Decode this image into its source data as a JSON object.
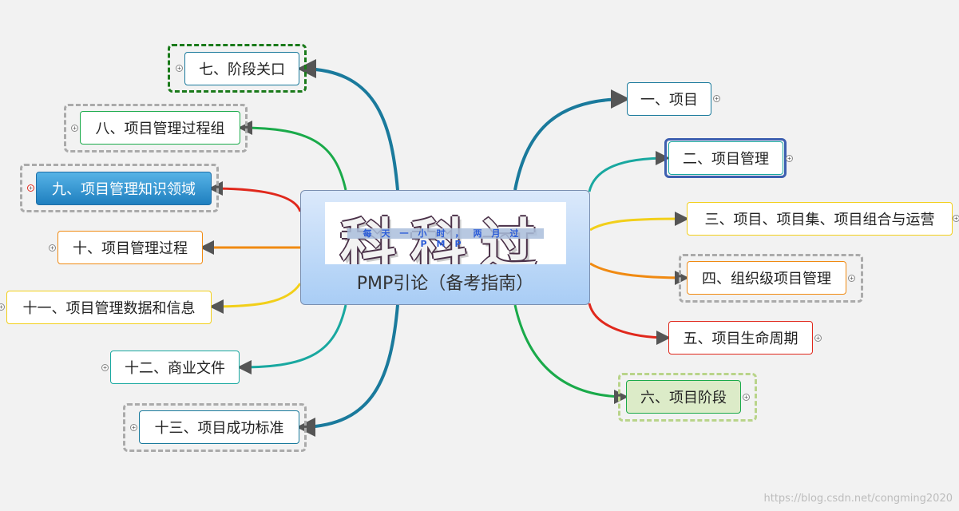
{
  "center": {
    "logo_text": "科科过",
    "logo_subtitle": "每天一小时，两月过PMP",
    "title": "PMP引论（备考指南）"
  },
  "branches": {
    "b1": "一、项目",
    "b2": "二、项目管理",
    "b3": "三、项目、项目集、项目组合与运营",
    "b4": "四、组织级项目管理",
    "b5": "五、项目生命周期",
    "b6": "六、项目阶段",
    "b7": "七、阶段关口",
    "b8": "八、项目管理过程组",
    "b9": "九、项目管理知识领域",
    "b10": "十、项目管理过程",
    "b11": "十一、项目管理数据和信息",
    "b12": "十二、商业文件",
    "b13": "十三、项目成功标准"
  },
  "colors": {
    "teal_blue": "#1a7a9c",
    "teal": "#19a8a0",
    "yellow": "#f2cf1a",
    "orange": "#f08a12",
    "red": "#e0281c",
    "green": "#1aaa4a",
    "selected_fill": "#2a8ccc",
    "selected_border": "#3d5fb0",
    "dashed_green": "#1a7a1a",
    "light_green_fill": "#dcebc8"
  },
  "expander_symbol": "+",
  "watermark": "https://blog.csdn.net/congming2020"
}
